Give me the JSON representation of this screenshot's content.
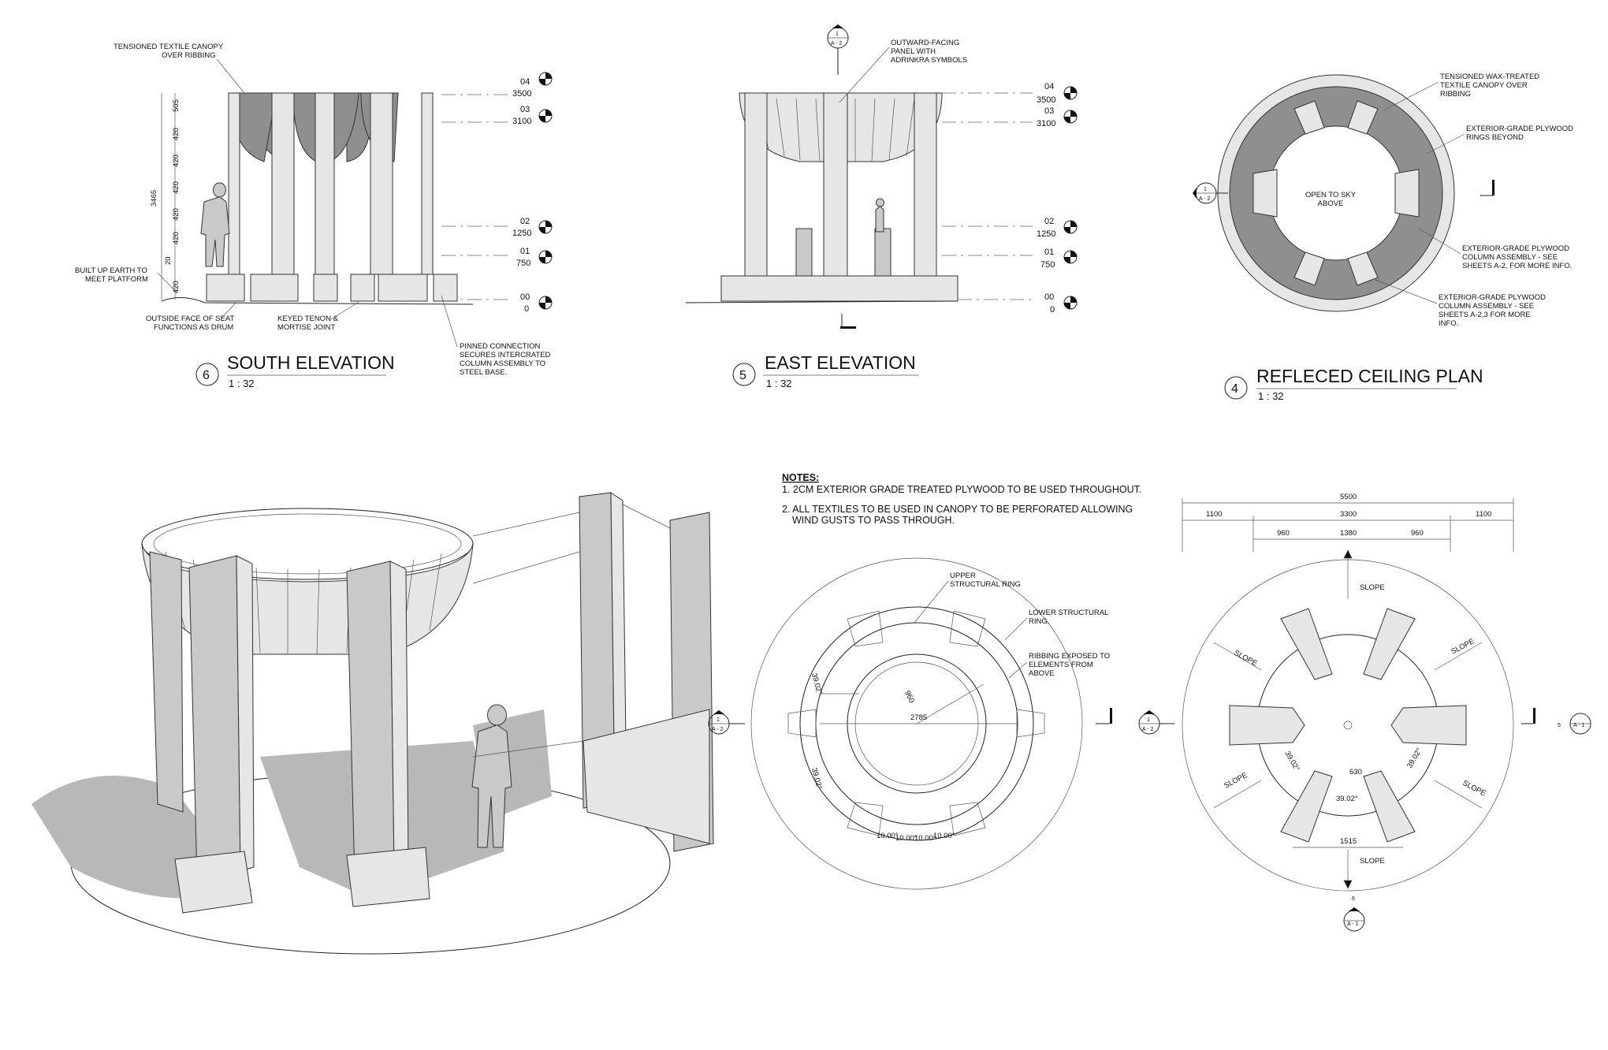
{
  "south_elevation": {
    "number": "6",
    "title": "SOUTH ELEVATION",
    "scale": "1 : 32",
    "annotations": [
      "TENSIONED TEXTILE CANOPY",
      "OVER RIBBING",
      "BUILT UP EARTH TO",
      "MEET PLATFORM",
      "OUTSIDE FACE OF SEAT",
      "FUNCTIONS AS DRUM",
      "KEYED TENON &",
      "MORTISE JOINT",
      "PINNED CONNECTION",
      "SECURES INTERCRATED",
      "COLUMN ASSEMBLY TO",
      "STEEL BASE."
    ],
    "vertical_dims": [
      "505",
      "420",
      "420",
      "420",
      "420",
      "420",
      "20",
      "420",
      "3465"
    ],
    "levels": [
      {
        "code": "04",
        "value": "3500"
      },
      {
        "code": "03",
        "value": "3100"
      },
      {
        "code": "02",
        "value": "1250"
      },
      {
        "code": "01",
        "value": "750"
      },
      {
        "code": "00",
        "value": "0"
      }
    ]
  },
  "east_elevation": {
    "number": "5",
    "title": "EAST ELEVATION",
    "scale": "1 : 32",
    "annotations": [
      "OUTWARD-FACING",
      "PANEL WITH",
      "ADRINKRA SYMBOLS"
    ],
    "section_tag": {
      "top": "1",
      "bottom": "A - 2"
    },
    "levels": [
      {
        "code": "04",
        "value": "3500"
      },
      {
        "code": "03",
        "value": "3100"
      },
      {
        "code": "02",
        "value": "1250"
      },
      {
        "code": "01",
        "value": "750"
      },
      {
        "code": "00",
        "value": "0"
      }
    ]
  },
  "ceiling_plan": {
    "number": "4",
    "title": "REFLECED CEILING PLAN",
    "scale": "1 : 32",
    "center_label": [
      "OPEN TO SKY",
      "ABOVE"
    ],
    "annotations": [
      "TENSIONED WAX-TREATED",
      "TEXTILE CANOPY OVER",
      "RIBBING",
      "EXTERIOR-GRADE PLYWOOD",
      "RINGS BEYOND",
      "EXTERIOR-GRADE PLYWOOD",
      "COLUMN ASSEMBLY - SEE",
      "SHEETS A-2, FOR MORE INFO.",
      "EXTERIOR-GRADE PLYWOOD",
      "COLUMN ASSEMBLY - SEE",
      "SHEETS A-2,3 FOR MORE",
      "INFO."
    ],
    "section_tag": {
      "top": "1",
      "bottom": "A - 2"
    }
  },
  "notes": {
    "heading": "NOTES:",
    "items": [
      "1. 2CM EXTERIOR GRADE TREATED PLYWOOD TO BE USED THROUGHOUT.",
      "2. ALL TEXTILES TO BE USED IN CANOPY TO BE PERFORATED ALLOWING",
      "WIND GUSTS TO PASS THROUGH."
    ]
  },
  "ring_plan": {
    "annotations": [
      "UPPER",
      "STRUCTURAL RING",
      "LOWER STRUCTURAL",
      "RING.",
      "RIBBING EXPOSED TO",
      "ELEMENTS FROM",
      "ABOVE"
    ],
    "dims": [
      "39.02°",
      "960",
      "2785",
      "39.02°",
      "10.00°",
      "10.00°",
      "10.00°",
      "10.00°"
    ],
    "section_tag": {
      "top": "1",
      "bottom": "A - 2"
    }
  },
  "floor_plan": {
    "dims_top": [
      "5500",
      "1100",
      "3300",
      "1100",
      "960",
      "1380",
      "960"
    ],
    "dims_inner": [
      "630",
      "39.02°",
      "39.02°",
      "39.02°",
      "1515"
    ],
    "slope_label": "SLOPE",
    "left_tag": {
      "top": "1",
      "bottom": "A - 2"
    },
    "right_tag": {
      "top": "5",
      "bottom": "A - 1"
    },
    "bottom_tag": {
      "top": "6",
      "bottom": "A - 1"
    }
  }
}
